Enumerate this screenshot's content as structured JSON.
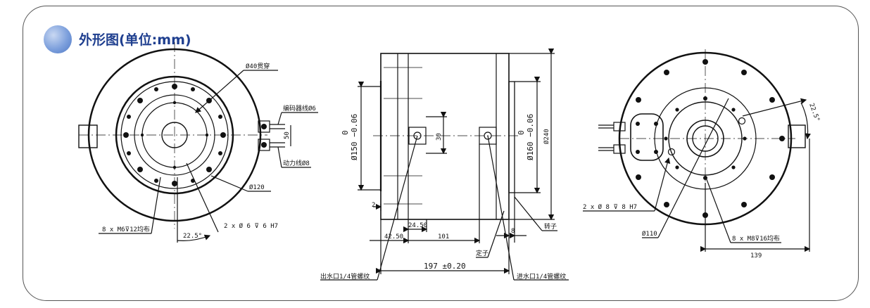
{
  "title": "外形图(单位:mm)",
  "labels": {
    "bore": "Ø40贯穿",
    "encoder_wire": "编码器线Ø6",
    "dim_50": "50",
    "power_wire": "动力线Ø8",
    "d120": "Ø120",
    "pin_holes_left": "2 x Ø 6 ⊽ 6 H7",
    "screws_left": "8 x M6⊽12均布",
    "angle_left": "22.5°",
    "d150": "Ø150 −0.06",
    "d150_zero": "0",
    "dim_30": "30",
    "d160": "Ø160 −0.06",
    "d160_zero": "0",
    "d240": "Ø240",
    "dim_2": "2",
    "dim_24_5": "24.50",
    "dim_42_5": "42.50",
    "dim_101": "101",
    "dim_8": "8",
    "rotor": "转子",
    "stator": "定子",
    "dim_197": "197 ±0.20",
    "water_out": "出水口1/4管螺纹",
    "water_in": "进水口1/4管螺纹",
    "angle_right": "22.5°",
    "pin_holes_right": "2 x Ø 8 ⊽ 8 H7",
    "d110": "Ø110",
    "screws_right": "8 x M8⊽16均布",
    "dim_139": "139"
  }
}
